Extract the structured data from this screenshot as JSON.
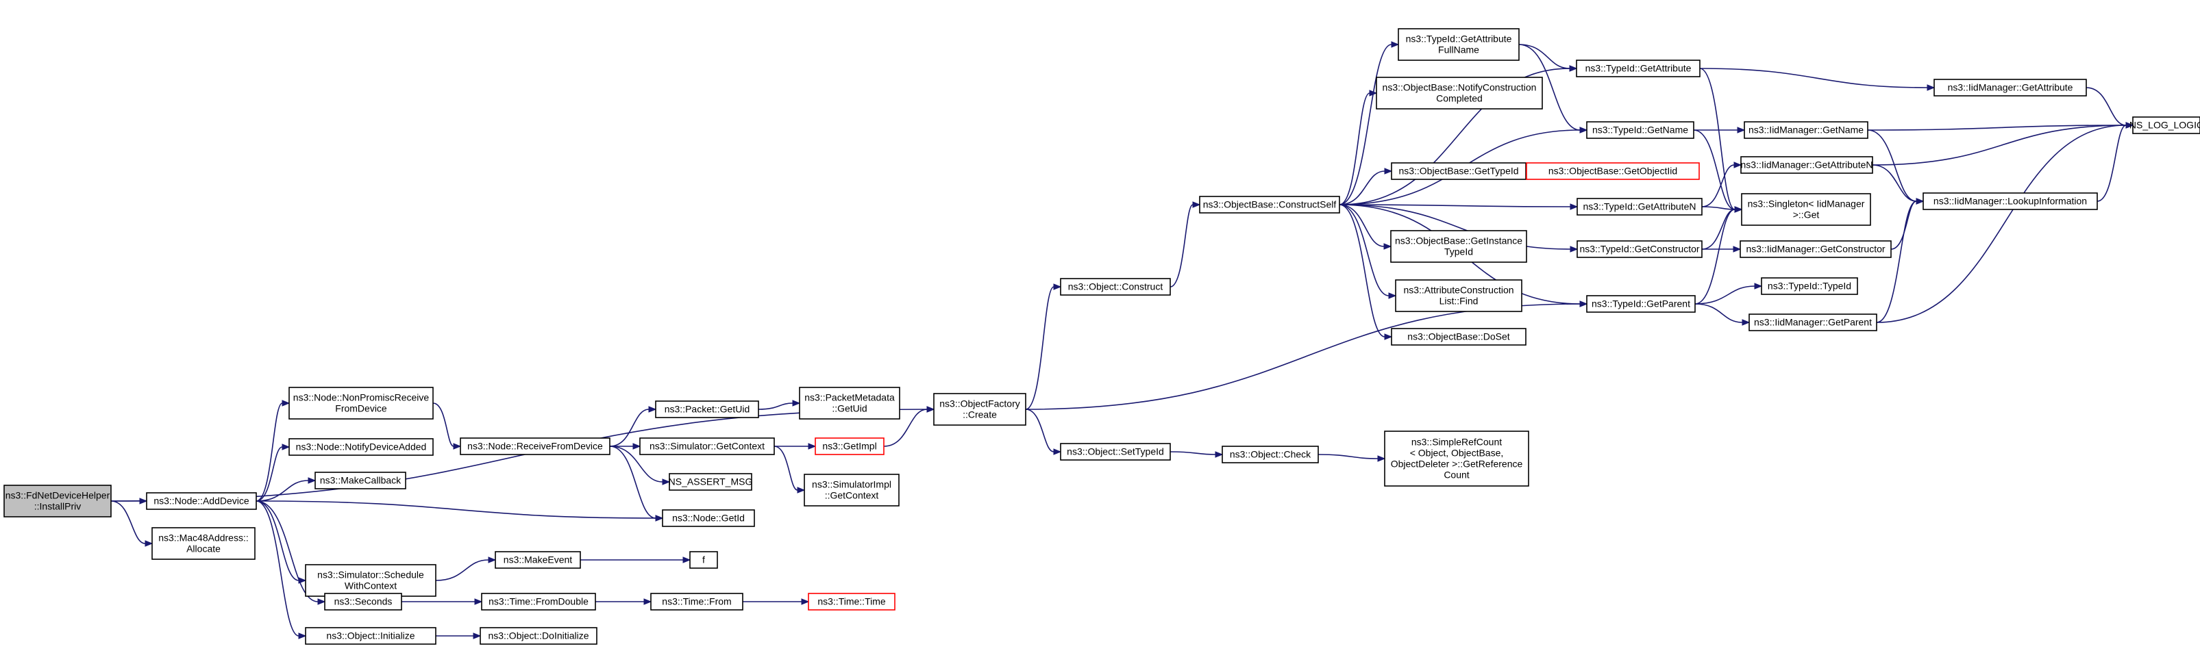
{
  "nodes": [
    {
      "id": "install",
      "lines": [
        "ns3::FdNetDeviceHelper",
        "::InstallPriv"
      ],
      "root": true
    },
    {
      "id": "adddevice",
      "lines": [
        "ns3::Node::AddDevice"
      ]
    },
    {
      "id": "mac48",
      "lines": [
        "ns3::Mac48Address::",
        "Allocate"
      ]
    },
    {
      "id": "nonpromisc",
      "lines": [
        "ns3::Node::NonPromiscReceive",
        "FromDevice"
      ]
    },
    {
      "id": "notifyadded",
      "lines": [
        "ns3::Node::NotifyDeviceAdded"
      ]
    },
    {
      "id": "makecallback",
      "lines": [
        "ns3::MakeCallback"
      ]
    },
    {
      "id": "schedule",
      "lines": [
        "ns3::Simulator::Schedule",
        "WithContext"
      ]
    },
    {
      "id": "seconds",
      "lines": [
        "ns3::Seconds"
      ]
    },
    {
      "id": "objinit",
      "lines": [
        "ns3::Object::Initialize"
      ]
    },
    {
      "id": "receivefrom",
      "lines": [
        "ns3::Node::ReceiveFromDevice"
      ]
    },
    {
      "id": "getuid",
      "lines": [
        "ns3::Packet::GetUid"
      ]
    },
    {
      "id": "getcontext",
      "lines": [
        "ns3::Simulator::GetContext"
      ]
    },
    {
      "id": "assertmsg",
      "lines": [
        "NS_ASSERT_MSG"
      ]
    },
    {
      "id": "nodegetid",
      "lines": [
        "ns3::Node::GetId"
      ]
    },
    {
      "id": "makeevent",
      "lines": [
        "ns3::MakeEvent"
      ]
    },
    {
      "id": "f",
      "lines": [
        "f"
      ]
    },
    {
      "id": "fromdouble",
      "lines": [
        "ns3::Time::FromDouble"
      ]
    },
    {
      "id": "timefrom",
      "lines": [
        "ns3::Time::From"
      ]
    },
    {
      "id": "timetime",
      "lines": [
        "ns3::Time::Time"
      ],
      "red": true
    },
    {
      "id": "doinit",
      "lines": [
        "ns3::Object::DoInitialize"
      ]
    },
    {
      "id": "pmgetuid",
      "lines": [
        "ns3::PacketMetadata",
        "::GetUid"
      ]
    },
    {
      "id": "getimpl",
      "lines": [
        "ns3::GetImpl"
      ],
      "red": true
    },
    {
      "id": "simimplctx",
      "lines": [
        "ns3::SimulatorImpl",
        "::GetContext"
      ]
    },
    {
      "id": "ofcreate",
      "lines": [
        "ns3::ObjectFactory",
        "::Create"
      ]
    },
    {
      "id": "objconstruct",
      "lines": [
        "ns3::Object::Construct"
      ]
    },
    {
      "id": "settypeid",
      "lines": [
        "ns3::Object::SetTypeId"
      ]
    },
    {
      "id": "objcheck",
      "lines": [
        "ns3::Object::Check"
      ]
    },
    {
      "id": "simplerefcount",
      "lines": [
        "ns3::SimpleRefCount",
        "< Object, ObjectBase,",
        "ObjectDeleter >::GetReference",
        "Count"
      ]
    },
    {
      "id": "constructself",
      "lines": [
        "ns3::ObjectBase::ConstructSelf"
      ]
    },
    {
      "id": "getattrfullname",
      "lines": [
        "ns3::TypeId::GetAttribute",
        "FullName"
      ]
    },
    {
      "id": "notifyconstruction",
      "lines": [
        "ns3::ObjectBase::NotifyConstruction",
        "Completed"
      ]
    },
    {
      "id": "obgettypeid",
      "lines": [
        "ns3::ObjectBase::GetTypeId"
      ]
    },
    {
      "id": "getinstancetypeid",
      "lines": [
        "ns3::ObjectBase::GetInstance",
        "TypeId"
      ]
    },
    {
      "id": "attrconstfind",
      "lines": [
        "ns3::AttributeConstruction",
        "List::Find"
      ]
    },
    {
      "id": "doset",
      "lines": [
        "ns3::ObjectBase::DoSet"
      ]
    },
    {
      "id": "getobjectiid",
      "lines": [
        "ns3::ObjectBase::GetObjectIid"
      ],
      "red": true
    },
    {
      "id": "tgetattribute",
      "lines": [
        "ns3::TypeId::GetAttribute"
      ]
    },
    {
      "id": "tgetname",
      "lines": [
        "ns3::TypeId::GetName"
      ]
    },
    {
      "id": "tgetattributen",
      "lines": [
        "ns3::TypeId::GetAttributeN"
      ]
    },
    {
      "id": "tgetconstructor",
      "lines": [
        "ns3::TypeId::GetConstructor"
      ]
    },
    {
      "id": "tgetparent",
      "lines": [
        "ns3::TypeId::GetParent"
      ]
    },
    {
      "id": "singleton",
      "lines": [
        "ns3::Singleton< IidManager",
        ">::Get"
      ]
    },
    {
      "id": "ttypeid",
      "lines": [
        "ns3::TypeId::TypeId"
      ]
    },
    {
      "id": "iidgetattribute",
      "lines": [
        "ns3::IidManager::GetAttribute"
      ]
    },
    {
      "id": "iidgetname",
      "lines": [
        "ns3::IidManager::GetName"
      ]
    },
    {
      "id": "iidgetattributen",
      "lines": [
        "ns3::IidManager::GetAttributeN"
      ]
    },
    {
      "id": "iidlookup",
      "lines": [
        "ns3::IidManager::LookupInformation"
      ]
    },
    {
      "id": "iidgetconstructor",
      "lines": [
        "ns3::IidManager::GetConstructor"
      ]
    },
    {
      "id": "iidgetparent",
      "lines": [
        "ns3::IidManager::GetParent"
      ]
    },
    {
      "id": "nslog",
      "lines": [
        "NS_LOG_LOGIC"
      ]
    }
  ],
  "edges": [
    [
      "install",
      "adddevice"
    ],
    [
      "install",
      "mac48"
    ],
    [
      "install",
      "ofcreate"
    ],
    [
      "adddevice",
      "nonpromisc"
    ],
    [
      "adddevice",
      "notifyadded"
    ],
    [
      "adddevice",
      "makecallback"
    ],
    [
      "adddevice",
      "nodegetid"
    ],
    [
      "adddevice",
      "schedule"
    ],
    [
      "adddevice",
      "seconds"
    ],
    [
      "adddevice",
      "objinit"
    ],
    [
      "nonpromisc",
      "receivefrom"
    ],
    [
      "receivefrom",
      "getuid"
    ],
    [
      "receivefrom",
      "getcontext"
    ],
    [
      "receivefrom",
      "assertmsg"
    ],
    [
      "receivefrom",
      "nodegetid"
    ],
    [
      "getuid",
      "pmgetuid"
    ],
    [
      "getcontext",
      "getimpl"
    ],
    [
      "getcontext",
      "simimplctx"
    ],
    [
      "getimpl",
      "ofcreate"
    ],
    [
      "schedule",
      "makeevent"
    ],
    [
      "makeevent",
      "f"
    ],
    [
      "seconds",
      "fromdouble"
    ],
    [
      "fromdouble",
      "timefrom"
    ],
    [
      "timefrom",
      "timetime"
    ],
    [
      "objinit",
      "doinit"
    ],
    [
      "ofcreate",
      "objconstruct"
    ],
    [
      "ofcreate",
      "settypeid"
    ],
    [
      "ofcreate",
      "tgetparent"
    ],
    [
      "settypeid",
      "objcheck"
    ],
    [
      "objcheck",
      "simplerefcount"
    ],
    [
      "objconstruct",
      "constructself"
    ],
    [
      "constructself",
      "getattrfullname"
    ],
    [
      "constructself",
      "notifyconstruction"
    ],
    [
      "constructself",
      "tgetname"
    ],
    [
      "constructself",
      "obgettypeid"
    ],
    [
      "constructself",
      "tgetattributen"
    ],
    [
      "constructself",
      "getinstancetypeid"
    ],
    [
      "constructself",
      "attrconstfind"
    ],
    [
      "constructself",
      "doset"
    ],
    [
      "constructself",
      "tgetattribute"
    ],
    [
      "constructself",
      "tgetconstructor"
    ],
    [
      "constructself",
      "tgetparent"
    ],
    [
      "obgettypeid",
      "getobjectiid"
    ],
    [
      "getattrfullname",
      "tgetattribute"
    ],
    [
      "getattrfullname",
      "tgetname"
    ],
    [
      "tgetattribute",
      "iidgetattribute"
    ],
    [
      "tgetattribute",
      "singleton"
    ],
    [
      "tgetname",
      "iidgetname"
    ],
    [
      "tgetname",
      "singleton"
    ],
    [
      "tgetattributen",
      "iidgetattributen"
    ],
    [
      "tgetattributen",
      "singleton"
    ],
    [
      "tgetconstructor",
      "singleton"
    ],
    [
      "tgetconstructor",
      "iidgetconstructor"
    ],
    [
      "tgetparent",
      "singleton"
    ],
    [
      "tgetparent",
      "ttypeid"
    ],
    [
      "tgetparent",
      "iidgetparent"
    ],
    [
      "iidgetattribute",
      "nslog"
    ],
    [
      "iidgetname",
      "nslog"
    ],
    [
      "iidgetname",
      "iidlookup"
    ],
    [
      "iidgetattributen",
      "nslog"
    ],
    [
      "iidgetattributen",
      "iidlookup"
    ],
    [
      "iidgetconstructor",
      "iidlookup"
    ],
    [
      "iidgetparent",
      "iidlookup"
    ],
    [
      "iidgetparent",
      "nslog"
    ],
    [
      "iidlookup",
      "nslog"
    ]
  ]
}
